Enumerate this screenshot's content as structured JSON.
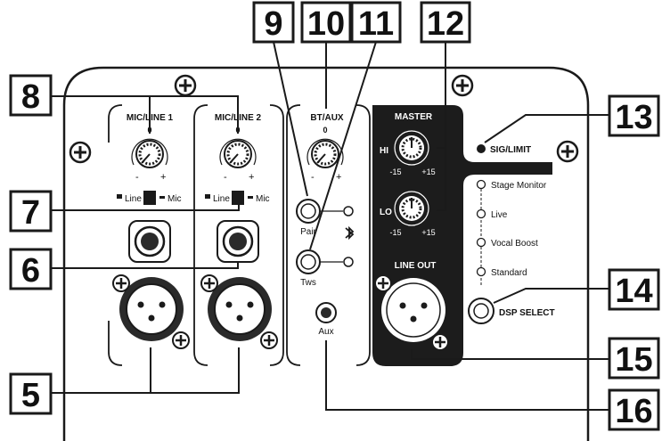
{
  "callouts": {
    "c5": "5",
    "c6": "6",
    "c7": "7",
    "c8": "8",
    "c9": "9",
    "c10": "10",
    "c11": "11",
    "c12": "12",
    "c13": "13",
    "c14": "14",
    "c15": "15",
    "c16": "16"
  },
  "channels": {
    "ch1_title": "MIC/LINE 1",
    "ch2_title": "MIC/LINE 2",
    "gain_zero": "0",
    "minus": "-",
    "plus": "+",
    "line_label": "Line",
    "mic_label": "Mic"
  },
  "btaux": {
    "title": "BT/AUX",
    "zero": "0",
    "pair": "Pair",
    "tws": "Tws",
    "aux": "Aux"
  },
  "master": {
    "title": "MASTER",
    "hi": "HI",
    "lo": "LO",
    "minus15": "-15",
    "plus15": "+15",
    "line_out": "LINE OUT"
  },
  "dsp": {
    "sig_limit": "SIG/LIMIT",
    "presets": [
      "Stage Monitor",
      "Live",
      "Vocal Boost",
      "Standard"
    ],
    "select": "DSP SELECT"
  },
  "colors": {
    "panel_line": "#1a1a1a",
    "master_fill": "#1c1c1c",
    "jack_fill": "#2a2a2a"
  }
}
